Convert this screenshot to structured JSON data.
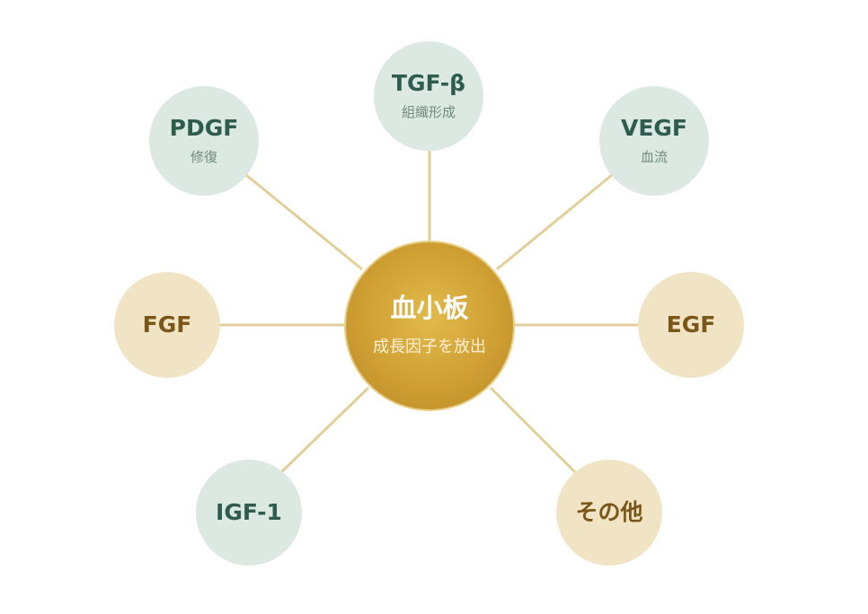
{
  "center": {
    "title": "血小板",
    "subtitle": "成長因子を放出"
  },
  "factors": [
    {
      "id": "tgf-beta",
      "name": "TGF-β",
      "role": "組織形成",
      "tone": "green"
    },
    {
      "id": "pdgf",
      "name": "PDGF",
      "role": "修復",
      "tone": "green"
    },
    {
      "id": "vegf",
      "name": "VEGF",
      "role": "血流",
      "tone": "green"
    },
    {
      "id": "fgf",
      "name": "FGF",
      "role": "",
      "tone": "beige"
    },
    {
      "id": "egf",
      "name": "EGF",
      "role": "",
      "tone": "beige"
    },
    {
      "id": "igf-1",
      "name": "IGF-1",
      "role": "",
      "tone": "green"
    },
    {
      "id": "other",
      "name": "その他",
      "role": "",
      "tone": "beige"
    }
  ],
  "colors": {
    "link": "#e2cf98",
    "green_node": "#dce8e2",
    "beige_node": "#f1e4c5",
    "center_gold": "#cf9f33"
  }
}
